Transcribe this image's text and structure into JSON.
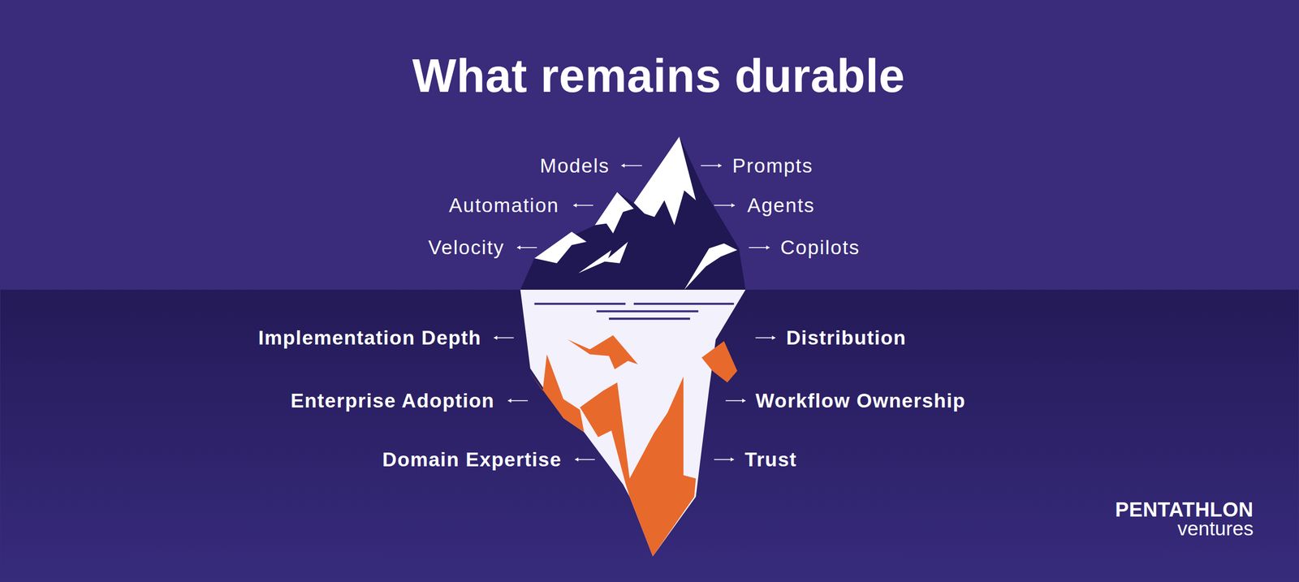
{
  "diagram": {
    "title": "What remains durable",
    "labels": [
      "Models",
      "Prompts",
      "Automation",
      "Agents",
      "Velocity",
      "Copilots",
      "Implementation Depth",
      "Distribution",
      "Enterprise Adoption",
      "Workflow Ownership",
      "Domain Expertise",
      "Trust",
      "PENTATHLON",
      "ventures"
    ]
  }
}
